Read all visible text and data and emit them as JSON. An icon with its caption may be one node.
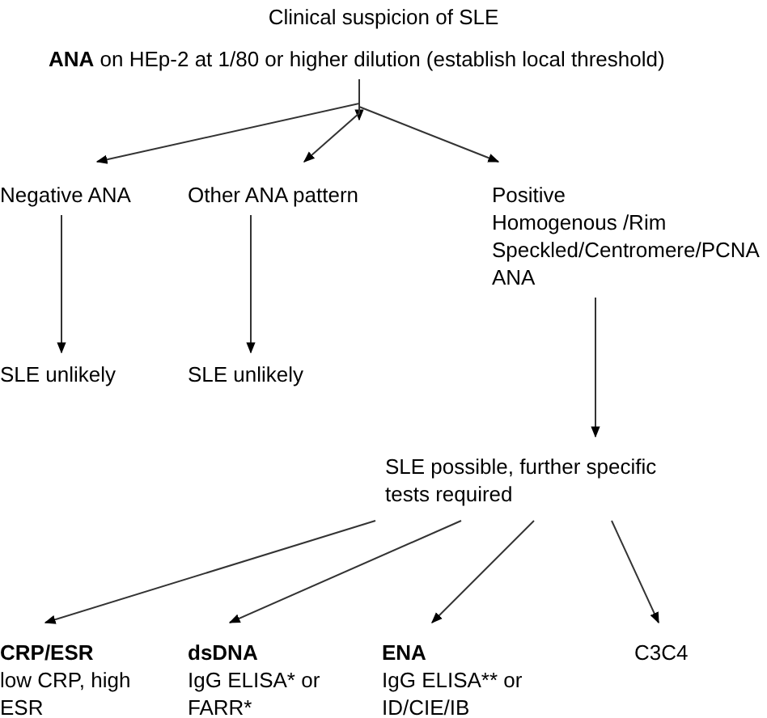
{
  "diagram": {
    "title": "Clinical suspicion of SLE",
    "nodes": [
      {
        "text": [
          "**ANA** on HEp-2 at 1/80 or higher dilution (establish local threshold)"
        ]
      },
      {
        "text": [
          "Negative ANA"
        ]
      },
      {
        "text": [
          "Other ANA pattern"
        ]
      },
      {
        "text": [
          "Positive",
          "Homogenous /Rim Speckled/Centromere/PCNA ANA"
        ]
      },
      {
        "text": [
          "SLE unlikely"
        ]
      },
      {
        "text": [
          "SLE unlikely"
        ]
      },
      {
        "text": [
          "SLE possible, further specific tests required"
        ]
      },
      {
        "text": [
          "CRP/ESR",
          "low CRP, high ESR"
        ]
      },
      {
        "text": [
          "dsDNA",
          "IgG ELISA* or FARR*"
        ]
      },
      {
        "text": [
          "ENA",
          "IgG ELISA** or ID/CIE/IB"
        ]
      },
      {
        "text": [
          "C3C4"
        ]
      }
    ],
    "edges": [
      {
        "from": 0,
        "to": null,
        "arrow": "to"
      },
      {
        "from": 0,
        "to": 1,
        "arrow": "to"
      },
      {
        "from": 0,
        "to": 2,
        "arrow": "to"
      },
      {
        "from": 0,
        "to": 3,
        "arrow": "to"
      },
      {
        "from": 1,
        "to": 4,
        "arrow": "to"
      },
      {
        "from": 2,
        "to": 5,
        "arrow": "to"
      },
      {
        "from": 3,
        "to": 6,
        "arrow": "to"
      },
      {
        "from": 6,
        "to": 7,
        "arrow": "to"
      },
      {
        "from": 6,
        "to": 8,
        "arrow": "to"
      },
      {
        "from": 6,
        "to": 9,
        "arrow": "to"
      },
      {
        "from": 6,
        "to": 10,
        "arrow": "to"
      }
    ]
  }
}
